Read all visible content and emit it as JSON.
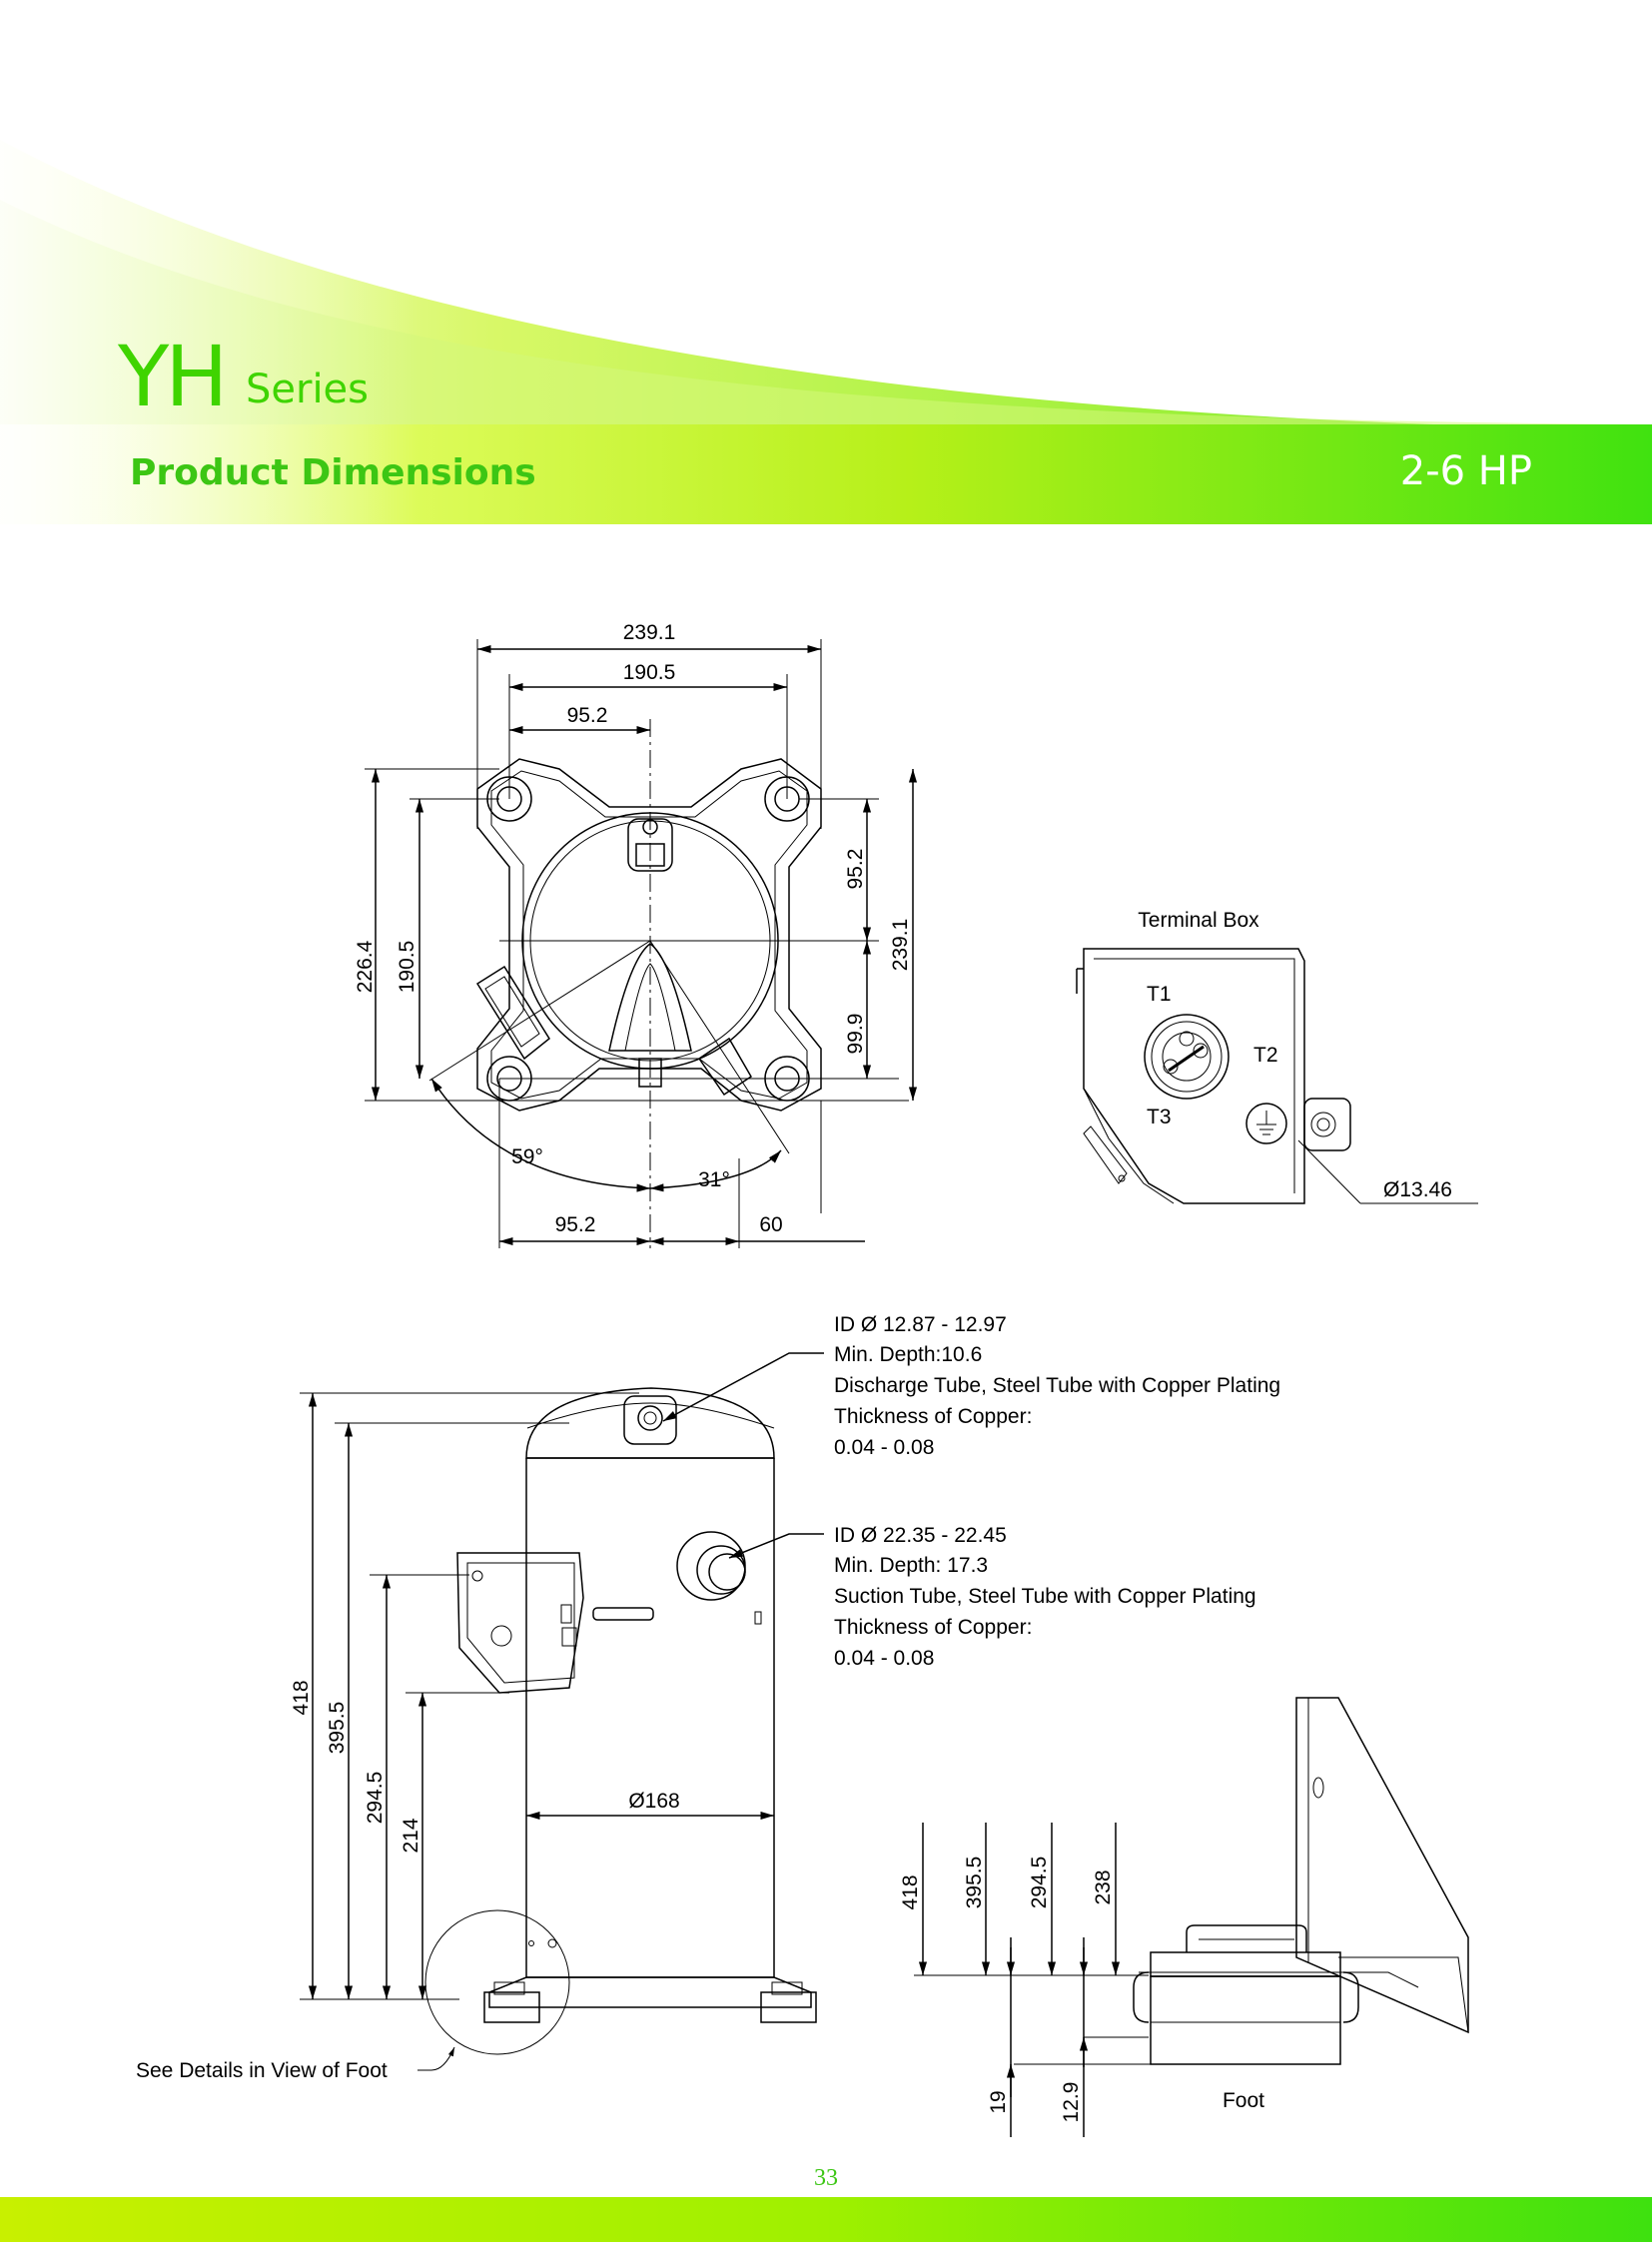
{
  "header": {
    "series_code": "YH",
    "series_word": "Series",
    "section_title": "Product Dimensions",
    "hp_range": "2-6 HP"
  },
  "top_view": {
    "dim_239_top": "239.1",
    "dim_190_top": "190.5",
    "dim_95_top": "95.2",
    "dim_226_left": "226.4",
    "dim_190_left": "190.5",
    "dim_95_right": "95.2",
    "dim_99_right": "99.9",
    "dim_239_right": "239.1",
    "angle_59": "59°",
    "angle_31": "31°",
    "dim_95_bottom": "95.2",
    "dim_60_bottom": "60"
  },
  "terminal_box": {
    "title": "Terminal Box",
    "t1": "T1",
    "t2": "T2",
    "t3": "T3",
    "diameter": "Ø13.46"
  },
  "side_view": {
    "dim_418": "418",
    "dim_395": "395.5",
    "dim_294": "294.5",
    "dim_214": "214",
    "dim_168": "Ø168",
    "foot_note": "See Details in View of Foot"
  },
  "discharge_note": {
    "line1": "ID Ø 12.87 - 12.97",
    "line2": "Min. Depth:10.6",
    "line3": "Discharge Tube, Steel Tube with Copper Plating",
    "line4": "Thickness of Copper:",
    "line5": "0.04 - 0.08"
  },
  "suction_note": {
    "line1": "ID Ø 22.35 - 22.45",
    "line2": "Min. Depth: 17.3",
    "line3": "Suction Tube, Steel Tube with Copper Plating",
    "line4": "Thickness of Copper:",
    "line5": "0.04 - 0.08"
  },
  "foot_detail": {
    "dim_418": "418",
    "dim_395": "395.5",
    "dim_294": "294.5",
    "dim_238": "238",
    "dim_19": "19",
    "dim_12": "12.9",
    "label": "Foot"
  },
  "page_number": "33",
  "colors": {
    "brand_green": "#3cc614",
    "lime": "#b8f400",
    "line": "#000000"
  }
}
